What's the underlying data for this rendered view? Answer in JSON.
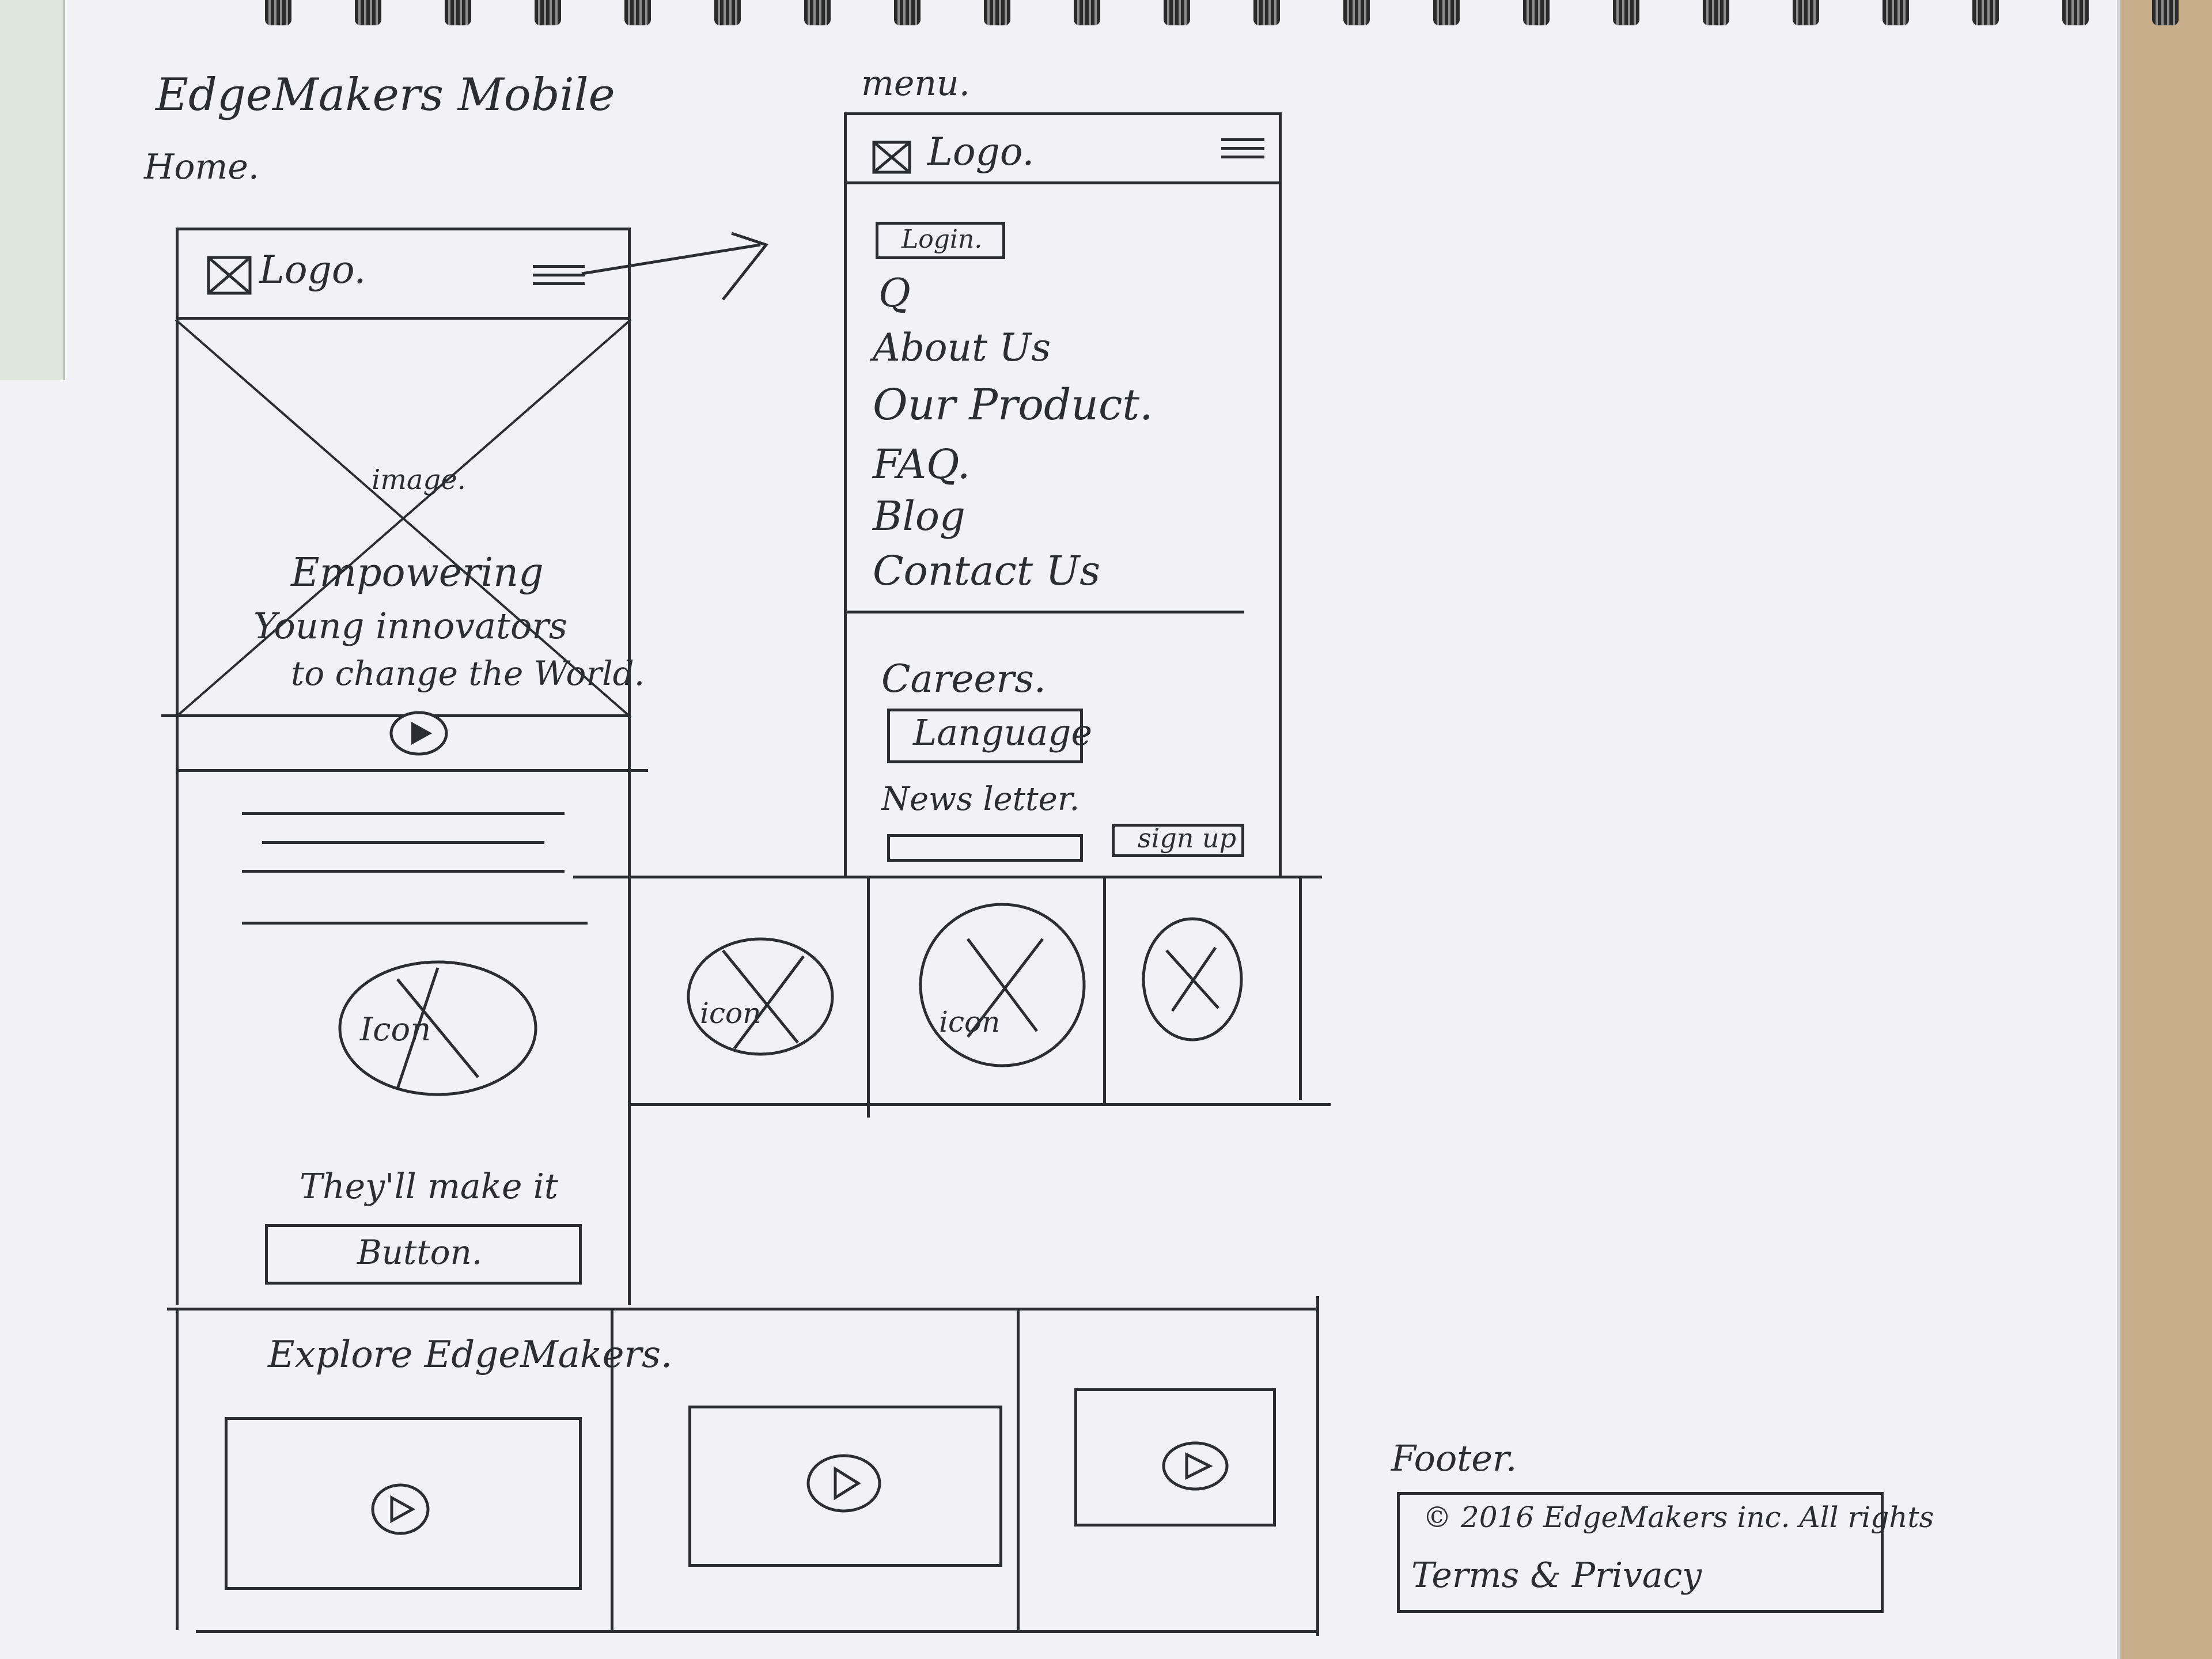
{
  "title": "EdgeMakers Mobile",
  "home": {
    "label": "Home.",
    "logo": "Logo.",
    "image_label": "image.",
    "headline_lines": [
      "Empowering",
      "Young innovators",
      "to change the World."
    ],
    "icon_label": "Icon",
    "tagline": "They'll make it",
    "button_label": "Button.",
    "explore_label": "Explore EdgeMakers."
  },
  "menu": {
    "label": "menu.",
    "logo": "Logo.",
    "login_label": "Login.",
    "search_glyph": "Q",
    "items": [
      "About Us",
      "Our Product.",
      "FAQ.",
      "Blog",
      "Contact Us"
    ],
    "careers": "Careers.",
    "language_label": "Language",
    "newsletter": "News letter.",
    "signup_label": "sign up"
  },
  "tablet_icons": {
    "icon_labels": [
      "icon",
      "icon"
    ]
  },
  "footer": {
    "label": "Footer.",
    "copyright": "© 2016 EdgeMakers inc. All rights",
    "terms": "Terms & Privacy"
  }
}
